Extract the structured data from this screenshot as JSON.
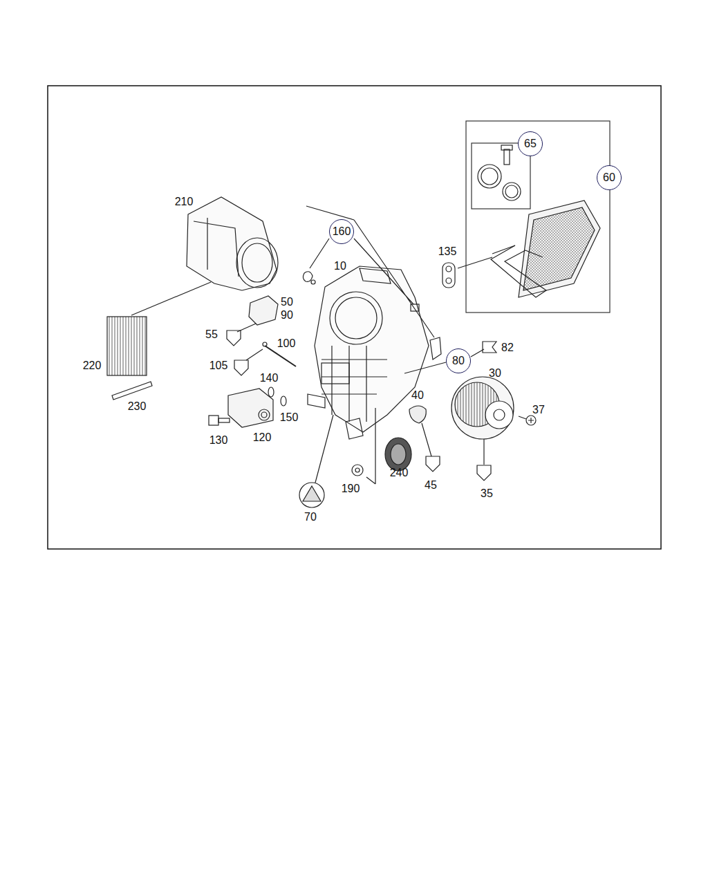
{
  "diagram": {
    "nodes": [
      {
        "text": [
          "160"
        ]
      },
      {
        "text": [
          "65"
        ]
      },
      {
        "text": [
          "60"
        ]
      },
      {
        "text": [
          "80"
        ]
      }
    ],
    "labels": [
      "210",
      "10",
      "135",
      "50",
      "90",
      "55",
      "100",
      "82",
      "220",
      "105",
      "140",
      "30",
      "40",
      "37",
      "230",
      "150",
      "130",
      "120",
      "240",
      "45",
      "35",
      "190",
      "70"
    ]
  }
}
